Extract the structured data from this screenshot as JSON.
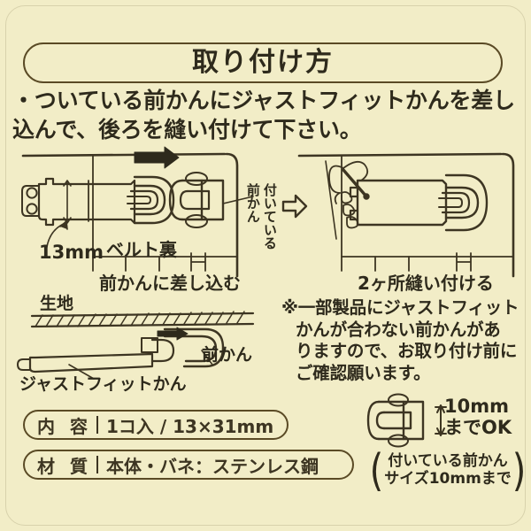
{
  "title": {
    "text": "取り付け方"
  },
  "lead": {
    "text": "・ついている前かんにジャストフィットかんを差し込んで、後ろを縫い付けて下さい。"
  },
  "diagram": {
    "left_panel": {
      "dimension_label": "13mm",
      "belt_label": "ベルト裏",
      "caption": "前かんに差し込む",
      "vertical_label_1": "前かん",
      "vertical_label_2": "付いている"
    },
    "flow_arrow": "right-arrow",
    "right_panel": {
      "caption": "2ヶ所縫い付ける"
    },
    "fabric_panel": {
      "fabric_label": "生地",
      "justfit_label": "ジャストフィットかん",
      "maekan_label": "前かん"
    }
  },
  "note": {
    "line1": "※一部製品にジャストフィット",
    "line2": "かんが合わない前かんがあ",
    "line3": "りますので、お取り付け前に",
    "line4": "ご確認願います。"
  },
  "specs": [
    {
      "key": "内 容",
      "value": "1コ入 / 13×31mm"
    },
    {
      "key": "材 質",
      "value": "本体・バネ：ステンレス鋼"
    }
  ],
  "size_note": {
    "measure_line1": "10mm",
    "measure_line2": "までOK",
    "paren_line1": "付いている前かん",
    "paren_line2": "サイズ10mmまで"
  },
  "colors": {
    "background": "#f2edc7",
    "ink": "#2e2a1c",
    "line": "#5a4a25",
    "frame": "#d8d2ac"
  }
}
